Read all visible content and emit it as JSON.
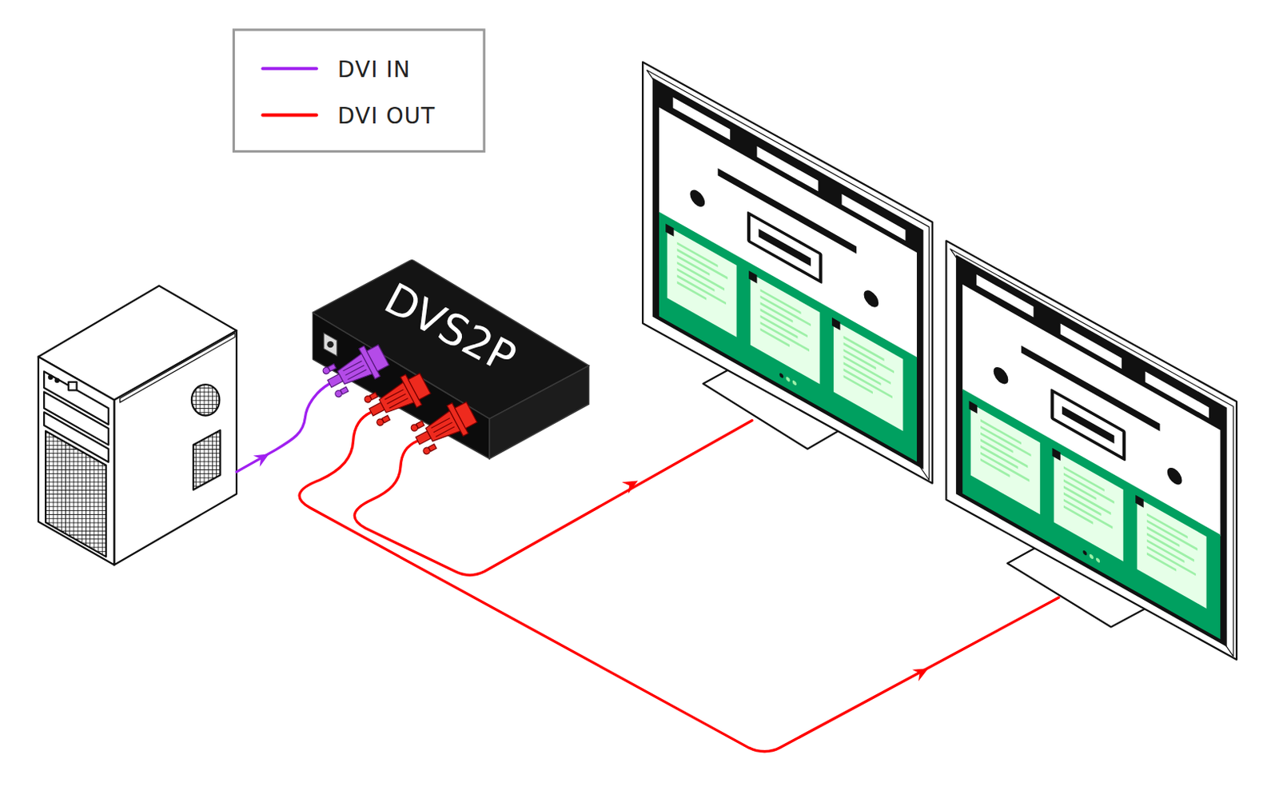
{
  "diagram": {
    "nodes": [
      {
        "text": [
          "DVS2P"
        ]
      }
    ],
    "legend": [
      {
        "text": "DVI IN"
      },
      {
        "text": "DVI OUT"
      }
    ]
  }
}
